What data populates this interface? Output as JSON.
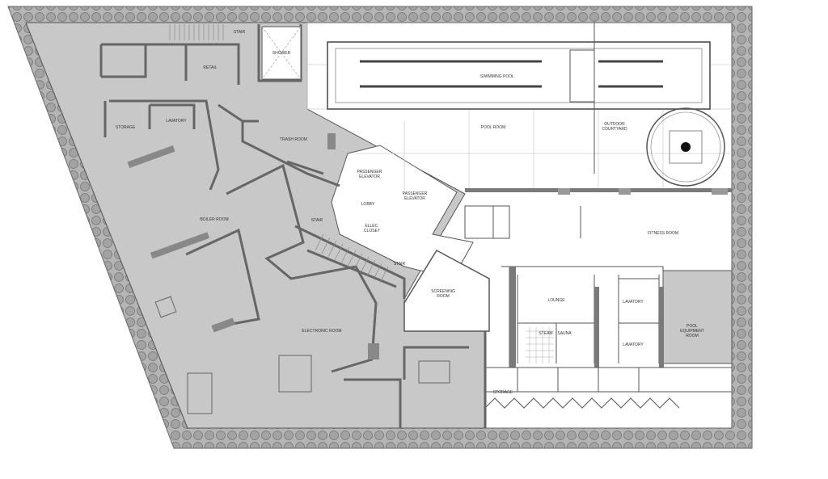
{
  "title": "Basement Floor Plan",
  "colors": {
    "service_area": "#c8c8c8",
    "amenity_area": "#ffffff",
    "wall": "#7a7a7a",
    "perimeter": "#9a9a9a"
  },
  "rooms": {
    "stair_top": "STAIR",
    "shower": "SHOWER",
    "retail": "RETAIL",
    "storage_left": "STORAGE",
    "lavatory_left": "LAVATORY",
    "trash_room": "TRASH ROOM",
    "passenger_elevator_1": [
      "PASSENGER",
      "ELEVATOR"
    ],
    "passenger_elevator_2": [
      "PASSENGER",
      "ELEVATOR"
    ],
    "lobby": "LOBBY",
    "elec_closet": [
      "ELLEC.",
      "CLOSET"
    ],
    "stair_left": "STAIR",
    "stair_right": "STAIR",
    "swimming_pool": "SWIMMING POOL",
    "pool_room": "POOL ROOM",
    "outdoor_courtyard": [
      "OUTDOOR",
      "COURTYARD"
    ],
    "fitness_room": "FITNESS ROOM",
    "screening_room": [
      "SCREENING",
      "ROOM"
    ],
    "lounge": "LOUNGE",
    "steam": "STEAM",
    "sauna": "SAUNA",
    "lavatory_upper": "LAVATORY",
    "lavatory_lower": "LAVATORY",
    "pool_equipment_room": [
      "POOL",
      "EQUIPMENT",
      "ROOM"
    ],
    "storage_bottom": "STORAGE",
    "boiler_room": "BOILER ROOM",
    "electronic_room": "ELECTRONIC ROOM"
  }
}
